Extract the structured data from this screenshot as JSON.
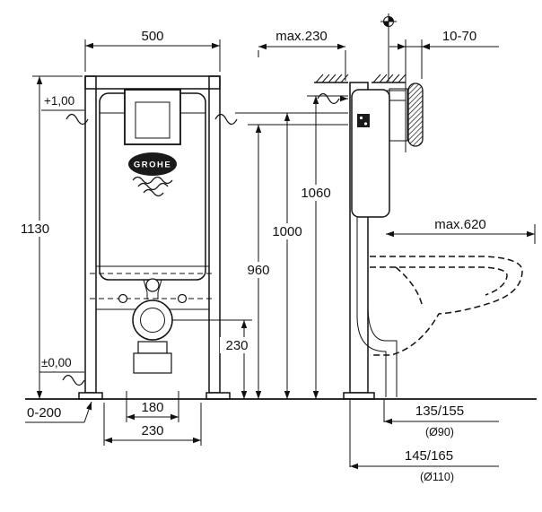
{
  "drawing": {
    "brand": "GROHE",
    "front_view": {
      "width_mm": "500",
      "height_mm": "1130",
      "meter_level": "+1,00",
      "floor_level": "±0,00",
      "foot_adjustment": "0-200",
      "bolt_spacing_narrow": "180",
      "bolt_spacing_wide": "230",
      "outlet_center_height": "230"
    },
    "side_view": {
      "max_installation_depth": "max.230",
      "wall_finish_range": "10-70",
      "height_top": "1060",
      "height_meter": "1000",
      "height_plate_bottom": "960",
      "max_horizontal_reach": "max.620",
      "outlet_offset_d90": "135/155",
      "outlet_d90": "(Ø90)",
      "outlet_offset_d110": "145/165",
      "outlet_d110": "(Ø110)"
    }
  }
}
